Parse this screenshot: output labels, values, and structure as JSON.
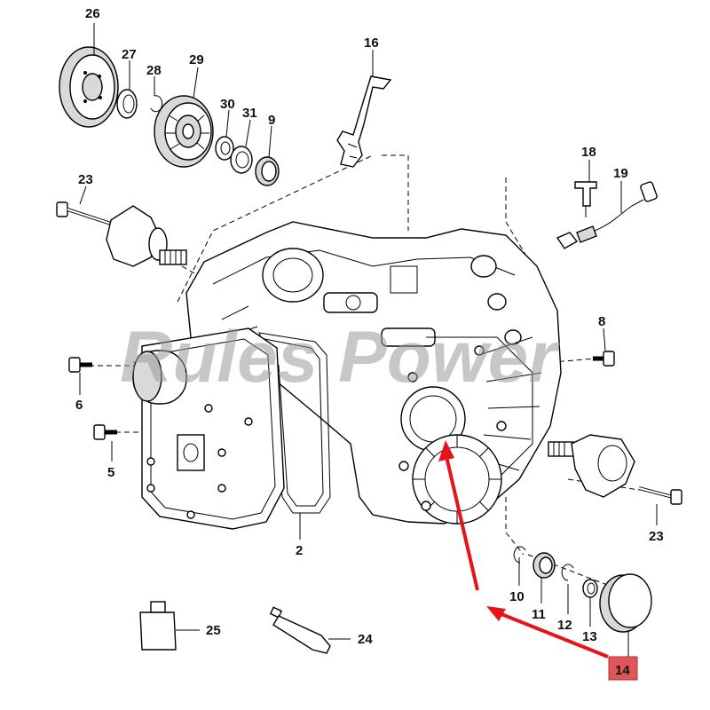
{
  "watermark": "Rules Power",
  "accent_color": "#e8121a",
  "highlight_box_color": "#e05656",
  "callouts": [
    {
      "id": "c26",
      "label": "26"
    },
    {
      "id": "c27",
      "label": "27"
    },
    {
      "id": "c28",
      "label": "28"
    },
    {
      "id": "c29",
      "label": "29"
    },
    {
      "id": "c30",
      "label": "30"
    },
    {
      "id": "c31",
      "label": "31"
    },
    {
      "id": "c9",
      "label": "9"
    },
    {
      "id": "c16",
      "label": "16"
    },
    {
      "id": "c18",
      "label": "18"
    },
    {
      "id": "c19",
      "label": "19"
    },
    {
      "id": "c23a",
      "label": "23"
    },
    {
      "id": "c8",
      "label": "8"
    },
    {
      "id": "c6",
      "label": "6"
    },
    {
      "id": "c5",
      "label": "5"
    },
    {
      "id": "c2",
      "label": "2"
    },
    {
      "id": "c23b",
      "label": "23"
    },
    {
      "id": "c10",
      "label": "10"
    },
    {
      "id": "c11",
      "label": "11"
    },
    {
      "id": "c12",
      "label": "12"
    },
    {
      "id": "c13",
      "label": "13"
    },
    {
      "id": "c25",
      "label": "25"
    },
    {
      "id": "c24",
      "label": "24"
    }
  ],
  "highlighted_part": {
    "label": "14"
  }
}
